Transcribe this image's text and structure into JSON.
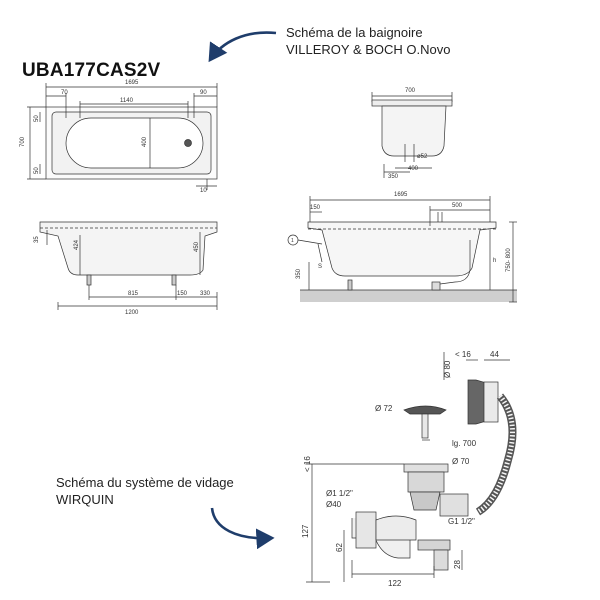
{
  "captions": {
    "tub_line1": "Schéma de la baignoire",
    "tub_line2": "VILLEROY & BOCH O.Novo",
    "drain_line1": "Schéma du système de vidage",
    "drain_line2": "WIRQUIN"
  },
  "model_code": "UBA177CAS2V",
  "dims": {
    "top_1695": "1695",
    "top_70": "70",
    "top_90": "90",
    "top_1140": "1140",
    "top_700": "700",
    "top_400": "400",
    "top_50a": "50",
    "top_50b": "50",
    "top_10": "10",
    "side_35": "35",
    "side_424": "424",
    "side_450": "450",
    "side_815": "815",
    "side_150": "150",
    "side_330": "330",
    "side_1200": "1200",
    "end_700": "700",
    "end_d52": "ø52",
    "end_350": "350",
    "end_400": "400",
    "inst_1695": "1695",
    "inst_150": "150",
    "inst_500": "500",
    "inst_350": "350",
    "inst_h": "h",
    "inst_750800": "750- 800",
    "inst_s": "S",
    "inst_circle": "1",
    "drain_d80": "Ø 80",
    "drain_16a": "< 16",
    "drain_44": "44",
    "drain_d72": "Ø 72",
    "drain_lg700": "lg. 700",
    "drain_d70": "Ø 70",
    "drain_16b": "< 16",
    "drain_d1": "Ø1 1/2\"",
    "drain_d40": "Ø40",
    "drain_g1": "G1 1/2\"",
    "drain_127": "127",
    "drain_62": "62",
    "drain_28": "28",
    "drain_122": "122"
  }
}
